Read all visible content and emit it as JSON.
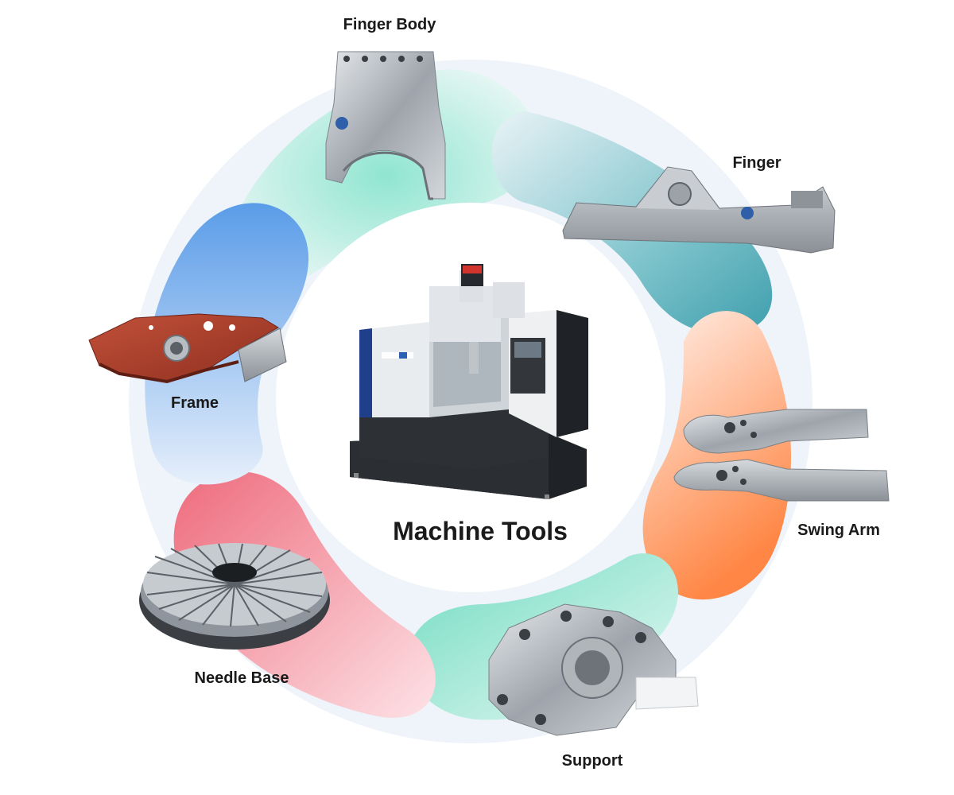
{
  "center": {
    "title": "Machine Tools"
  },
  "parts": [
    {
      "id": "finger-body",
      "label": "Finger Body"
    },
    {
      "id": "finger",
      "label": "Finger"
    },
    {
      "id": "swing-arm",
      "label": "Swing Arm"
    },
    {
      "id": "support",
      "label": "Support"
    },
    {
      "id": "needle-base",
      "label": "Needle Base"
    },
    {
      "id": "frame",
      "label": "Frame"
    }
  ],
  "colors": {
    "teal": "#6fdcc0",
    "deep_teal": "#4aa7b4",
    "orange": "#ff8a4c",
    "red_pink": "#ee6f80",
    "blue": "#5f9fe8",
    "frame_red": "#b8432c",
    "steel": "#b9bec4"
  }
}
